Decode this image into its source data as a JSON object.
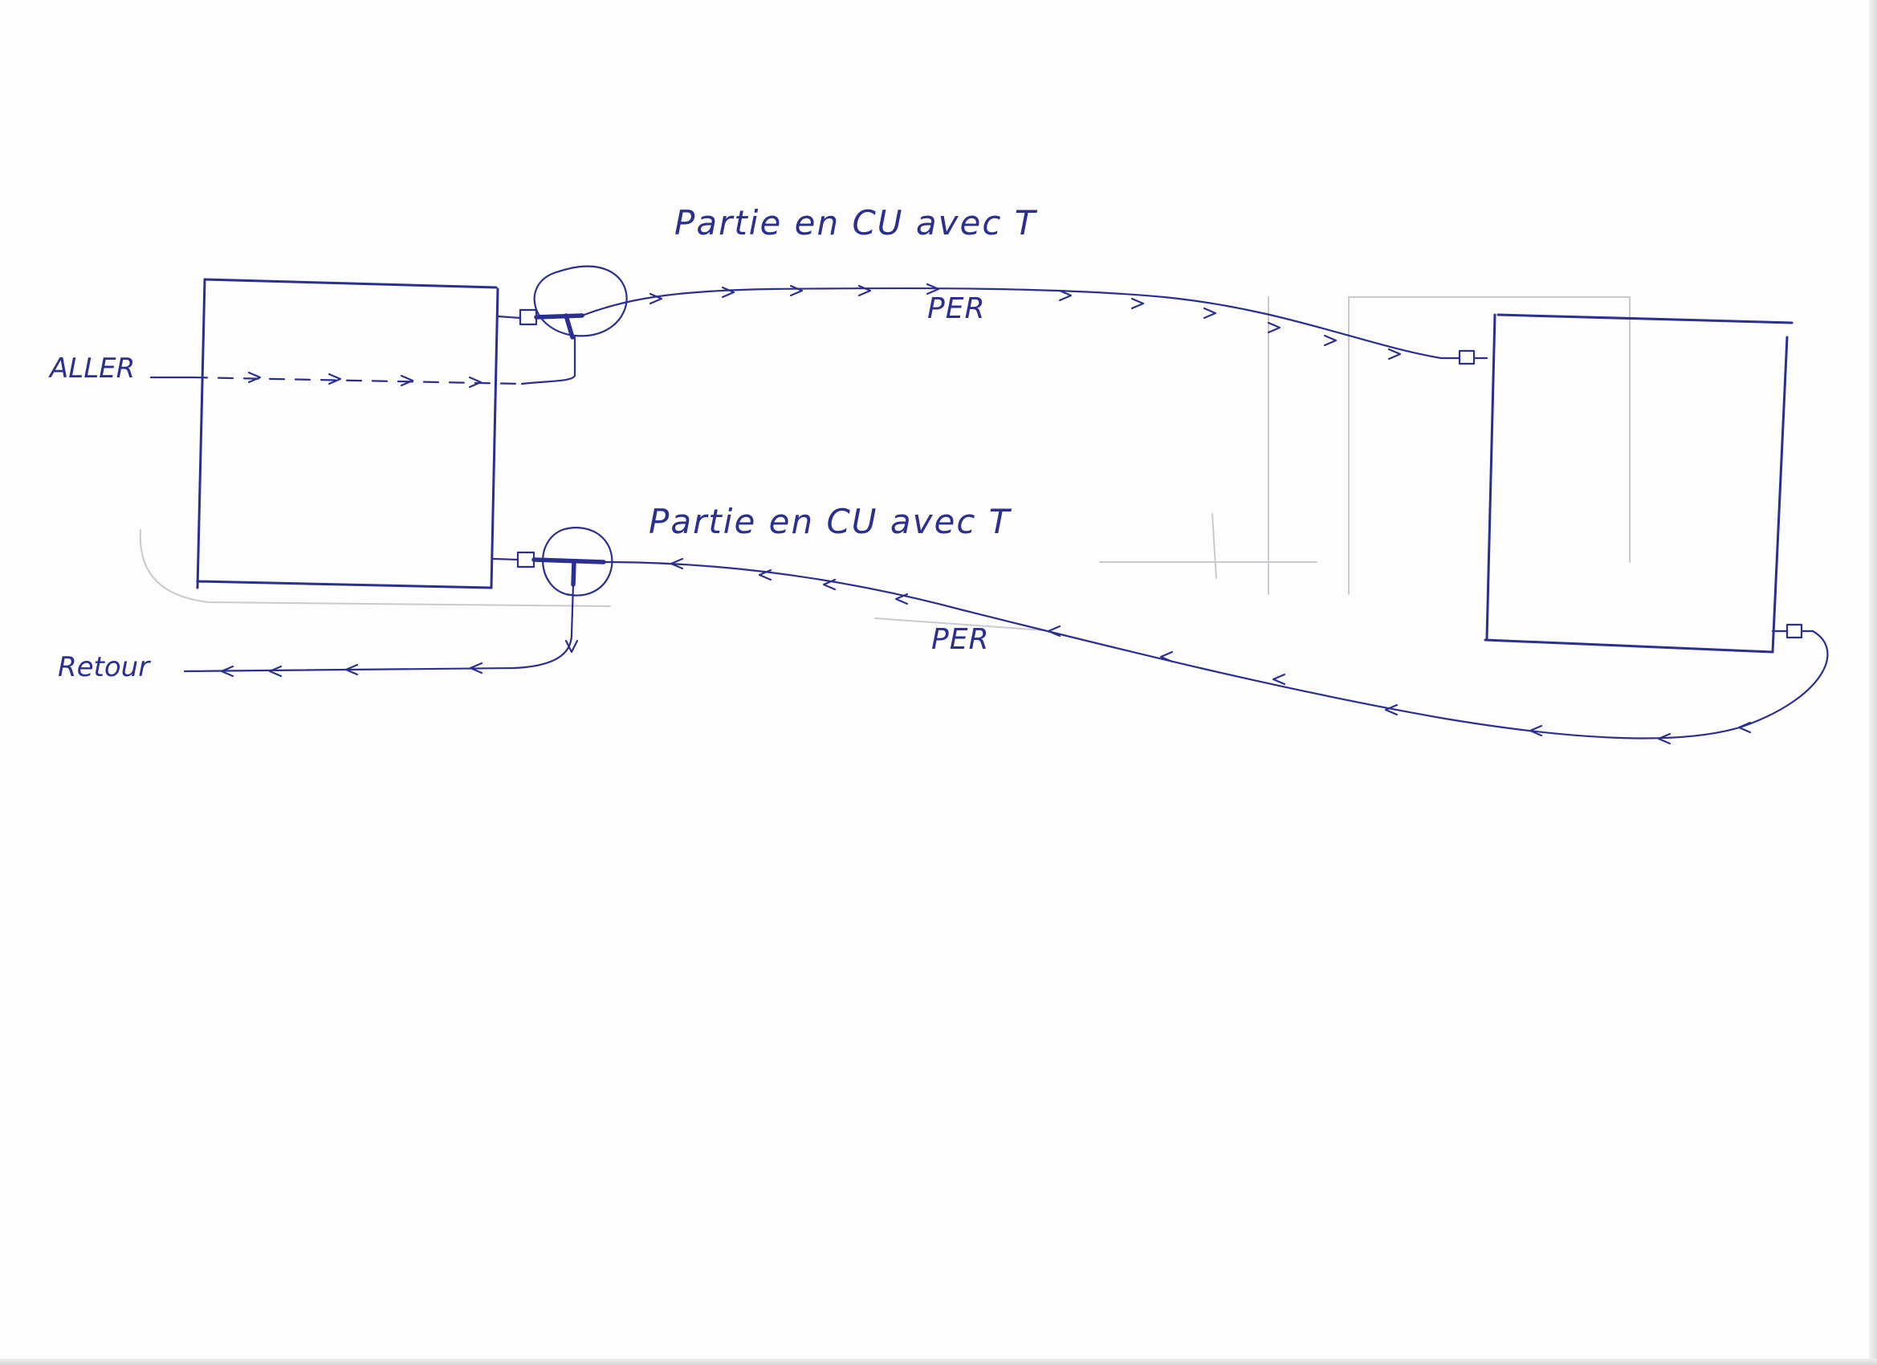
{
  "labels": {
    "note_top": "Partie en CU avec T",
    "note_bottom": "Partie en CU avec T",
    "per_top": "PER",
    "per_bottom": "PER",
    "aller": "ALLER",
    "retour": "Retour"
  },
  "colors": {
    "ink": "#2b2f8f",
    "paper": "#fdfdfd",
    "show_through": "#c9c9cf"
  },
  "icons": {
    "flow_arrow": "chevron-arrow",
    "valve": "valve-icon",
    "tee": "tee-fitting-icon"
  }
}
